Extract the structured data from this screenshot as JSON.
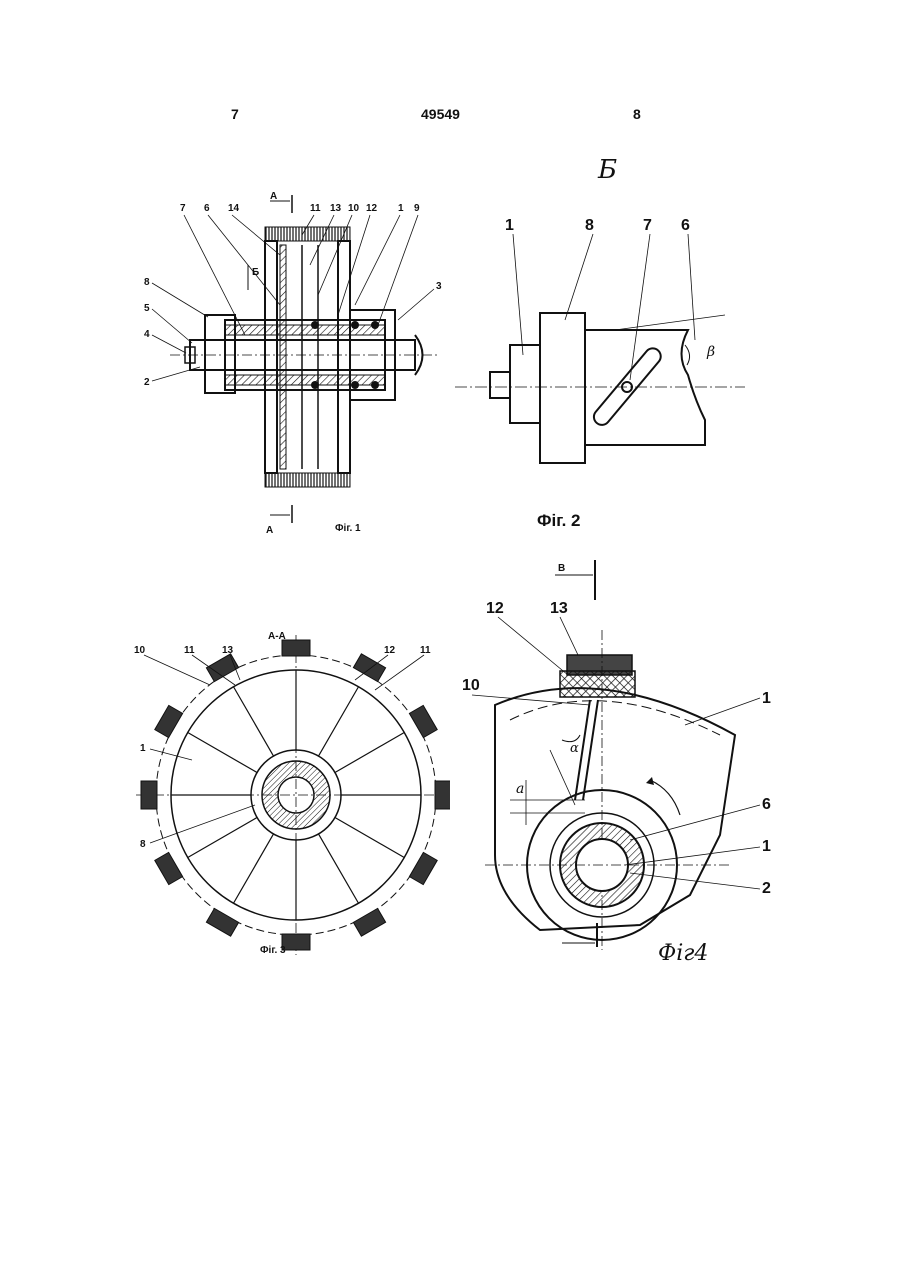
{
  "header": {
    "left_page": "7",
    "doc_number": "49549",
    "right_page": "8"
  },
  "fig1": {
    "caption": "Фіг. 1",
    "section_mark": "А",
    "view_mark": "Б",
    "labels": [
      "7",
      "6",
      "14",
      "11",
      "13",
      "10",
      "12",
      "1",
      "9",
      "8",
      "5",
      "4",
      "2",
      "3"
    ]
  },
  "fig2": {
    "view_letter": "Б",
    "caption": "Фіг. 2",
    "labels": [
      "1",
      "8",
      "7",
      "6"
    ],
    "angle": "β"
  },
  "fig3": {
    "section_title": "А-А",
    "caption": "Фіг. 3",
    "labels": [
      "10",
      "11",
      "13",
      "12",
      "11",
      "1",
      "8"
    ]
  },
  "fig4": {
    "view_mark": "В",
    "caption": "Фіг4",
    "labels": [
      "12",
      "13",
      "10",
      "1",
      "6",
      "1",
      "2"
    ],
    "angle_alpha": "α",
    "dim_a": "a"
  }
}
